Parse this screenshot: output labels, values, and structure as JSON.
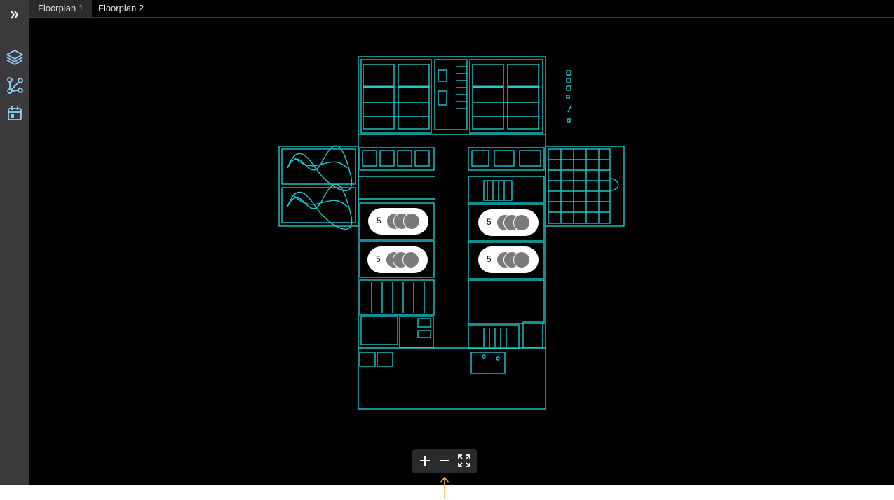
{
  "tabs": [
    {
      "label": "Floorplan 1",
      "active": true
    },
    {
      "label": "Floorplan 2",
      "active": false
    }
  ],
  "sidebar": {
    "items": [
      {
        "icon": "chevrons-right-icon"
      },
      {
        "icon": "layers-icon"
      },
      {
        "icon": "nodes-icon"
      },
      {
        "icon": "calendar-icon"
      }
    ]
  },
  "markers": [
    {
      "count": "5"
    },
    {
      "count": "5"
    },
    {
      "count": "5"
    },
    {
      "count": "5"
    }
  ],
  "zoom_controls": {
    "icons": [
      "zoom-in-icon",
      "zoom-out-icon",
      "fit-screen-icon"
    ]
  },
  "colors": {
    "floorplan": "#1fc8cc",
    "sidebar": "#3a3a3c",
    "accent": "#f5b83d"
  }
}
